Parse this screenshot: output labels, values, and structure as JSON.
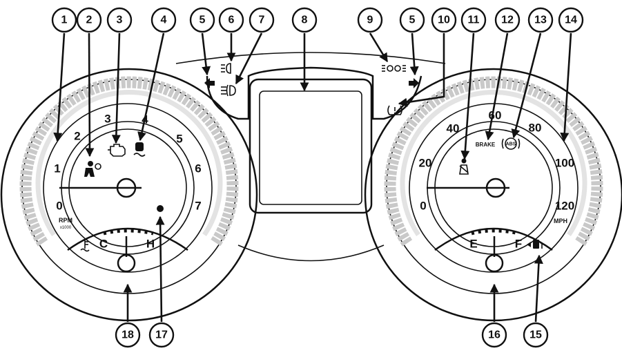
{
  "tachometer": {
    "scale_labels": [
      "0",
      "1",
      "2",
      "3",
      "4",
      "5",
      "6",
      "7"
    ],
    "unit_label": "RPM",
    "unit_sublabel": "x1000"
  },
  "temperature_gauge": {
    "cold_label": "C",
    "hot_label": "H"
  },
  "speedometer": {
    "scale_labels": [
      "0",
      "20",
      "40",
      "60",
      "80",
      "100",
      "120"
    ],
    "unit_label": "MPH"
  },
  "fuel_gauge": {
    "empty_label": "E",
    "full_label": "F"
  },
  "telltales": {
    "brake_label": "BRAKE",
    "abs_label": "ABS"
  },
  "callouts": [
    "1",
    "2",
    "3",
    "4",
    "5",
    "6",
    "7",
    "8",
    "9",
    "5",
    "10",
    "11",
    "12",
    "13",
    "14",
    "18",
    "17",
    "16",
    "15"
  ]
}
